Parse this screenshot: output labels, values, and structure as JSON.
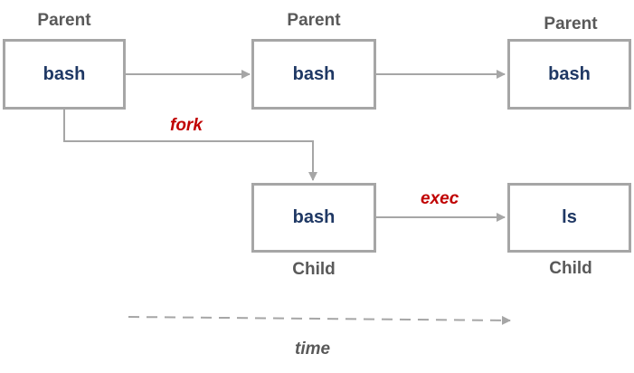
{
  "processes": {
    "p1": {
      "role": "Parent",
      "name": "bash"
    },
    "p2": {
      "role": "Parent",
      "name": "bash"
    },
    "p3": {
      "role": "Parent",
      "name": "bash"
    },
    "c1": {
      "role": "Child",
      "name": "bash"
    },
    "c2": {
      "role": "Child",
      "name": "ls"
    }
  },
  "edges": {
    "fork": "fork",
    "exec": "exec"
  },
  "timeline": {
    "label": "time"
  },
  "colors": {
    "box_border": "#a6a6a6",
    "arrow": "#a6a6a6",
    "process_text": "#1f3864",
    "role_text": "#595959",
    "edge_text": "#c00000"
  }
}
